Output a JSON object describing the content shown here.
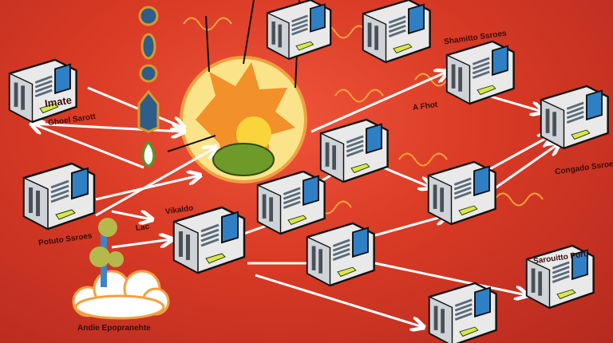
{
  "labels": {
    "terminal": "Imate",
    "ghoel": "Ghoel Sarott",
    "potuto": "Potuto Ssroes",
    "lac": "Lac",
    "vikaldo": "Vikaldo",
    "shamitto": "Shamitto Ssroes",
    "fhot": "A Fhot",
    "congado": "Congado Ssroes",
    "sarouitto": "Sarouitto Port",
    "andie": "Andie Epopranehte"
  },
  "colors": {
    "background": "#d83a25",
    "sun": "#fbe38a",
    "arrow": "#ffffff",
    "screen": "#2f7fc4"
  }
}
